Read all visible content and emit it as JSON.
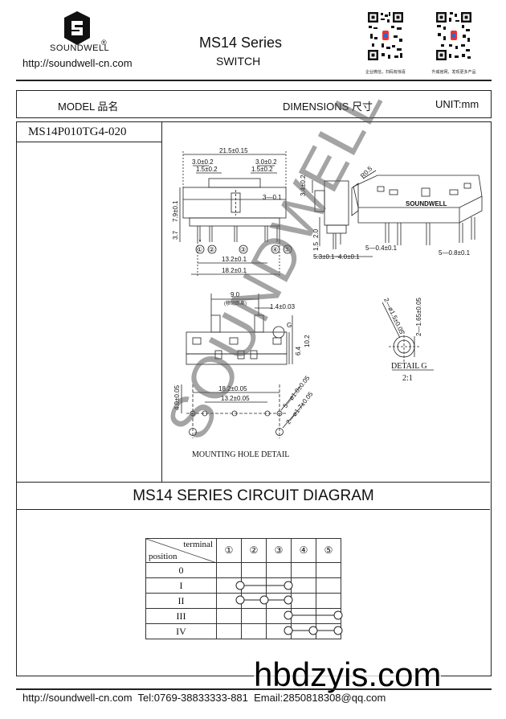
{
  "header": {
    "brand": "SOUNDWELL",
    "registered": "®",
    "url": "http://soundwell-cn.com",
    "series_title": "MS14 Series",
    "series_subtitle": "SWITCH",
    "qr_left_caption": "企业微信，扫码有惊喜",
    "qr_right_caption": "升威官网，发现更多产品"
  },
  "info_bar": {
    "model_label": "MODEL 品名",
    "dimensions_label": "DIMENSIONS 尺寸",
    "unit_label": "UNIT:mm"
  },
  "model_number": "MS14P010TG4-020",
  "drawing": {
    "front_view": {
      "overall_width": "21.5±0.15",
      "left_pitch": "3.0±0.2",
      "right_pitch": "3.0±0.2",
      "left_sub": "1.5±0.2",
      "right_sub": "1.5±0.2",
      "height": "7.9±0.1",
      "knob_height": "3—0.1",
      "pin_length": "3.7",
      "pin_span_inner": "13.2±0.1",
      "pin_span_outer": "18.2±0.1",
      "pins": [
        "①",
        "②",
        "③",
        "④",
        "⑤"
      ]
    },
    "side_view": {
      "top": "3.4±0.2",
      "pin_len": "2.0",
      "small": "1.5",
      "base": "5.3±0.1",
      "pitch": "4.0±0.1",
      "holes": "5—0.4±0.1",
      "radius": "R0.5"
    },
    "iso_view": {
      "brand": "SOUNDWELL",
      "pins": "5—0.8±0.1"
    },
    "top_view": {
      "travel": "9.0",
      "travel_note": "(移动距离)",
      "knob_width": "1.4±0.03",
      "height": "10.2",
      "depth": "6.4",
      "detail_ref": "G"
    },
    "mounting": {
      "outer": "18.2±0.05",
      "inner": "13.2±0.05",
      "vertical": "4.0±0.05",
      "pin_holes": "5—ø1.0±0.05",
      "fix_holes": "2—ø1.7±0.05",
      "caption": "MOUNTING HOLE DETAIL"
    },
    "detail_g": {
      "dim1": "2—ø1.5±0.05",
      "dim2": "2—1.65±0.05",
      "caption": "DETAIL G",
      "scale": "2:1"
    }
  },
  "watermark": "SOUNDWELL",
  "circuit": {
    "title": "MS14 SERIES CIRCUIT DIAGRAM",
    "header_terminal": "terminal",
    "header_position": "position",
    "terminals": [
      "①",
      "②",
      "③",
      "④",
      "⑤"
    ],
    "positions": [
      "0",
      "I",
      "II",
      "III",
      "IV"
    ]
  },
  "site_watermark": "hbdzyis.com",
  "footer": "http://soundwell-cn.com  Tel:0769-38833333-881  Email:2850818308@qq.com"
}
